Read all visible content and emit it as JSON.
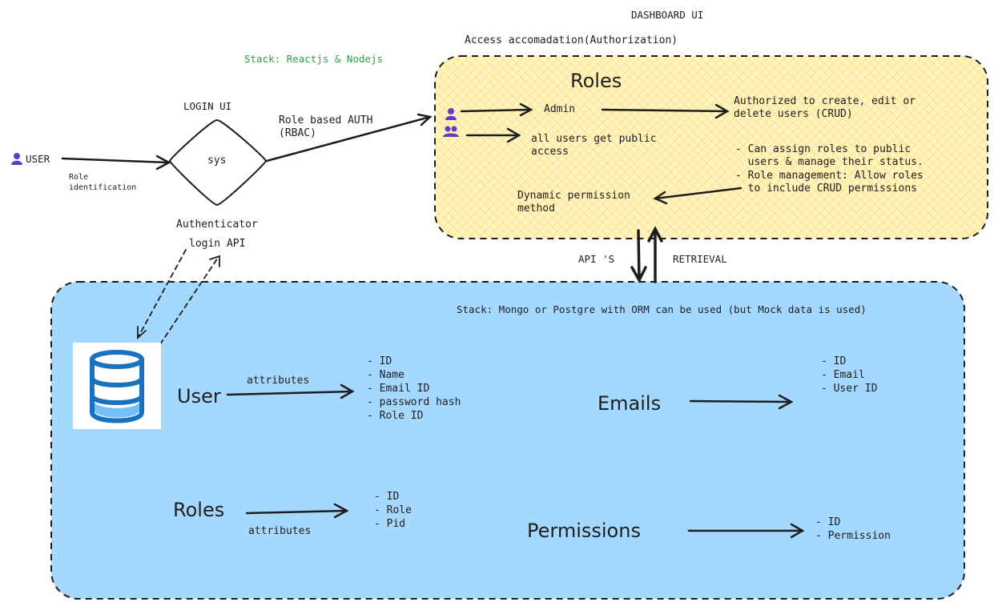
{
  "top": {
    "dashboard_ui": "DASHBOARD UI",
    "access_title": "Access accomadation(Authorization)",
    "stack_front": "Stack: Reactjs & Nodejs"
  },
  "login": {
    "user_label": "USER",
    "role_identification": "Role\nidentification",
    "login_ui": "LOGIN UI",
    "sys": "sys",
    "authenticator": "Authenticator",
    "login_api": "login API",
    "rbac": "Role based AUTH\n(RBAC)"
  },
  "roles_panel": {
    "title": "Roles",
    "admin": "Admin",
    "public": "all users get public\naccess",
    "authorized": "Authorized to create, edit or\ndelete users (CRUD)",
    "assign": "- Can assign roles to public\n  users & manage their status.\n- Role management: Allow roles\n  to include CRUD permissions",
    "dynamic": "Dynamic permission\nmethod"
  },
  "connectors": {
    "apis": "API 'S",
    "retrieval": "RETRIEVAL"
  },
  "db_panel": {
    "stack": "Stack: Mongo or Postgre with ORM can be used (but Mock data is used)",
    "user_title": "User",
    "user_attr_label": "attributes",
    "user_attrs": "- ID\n- Name\n- Email ID\n- password hash\n- Role ID",
    "emails_title": "Emails",
    "emails_attrs": "- ID\n- Email\n- User ID",
    "roles_title": "Roles",
    "roles_attr_label": "attributes",
    "roles_attrs": "- ID\n- Role\n- Pid",
    "perm_title": "Permissions",
    "perm_attrs": "- ID\n- Permission"
  },
  "colors": {
    "roles_fill": "#fff3bf",
    "db_fill": "#a5d8ff",
    "icon_purple": "#5f3dc4",
    "db_icon_blue": "#1971c2",
    "stack_green": "#2f9e44"
  }
}
